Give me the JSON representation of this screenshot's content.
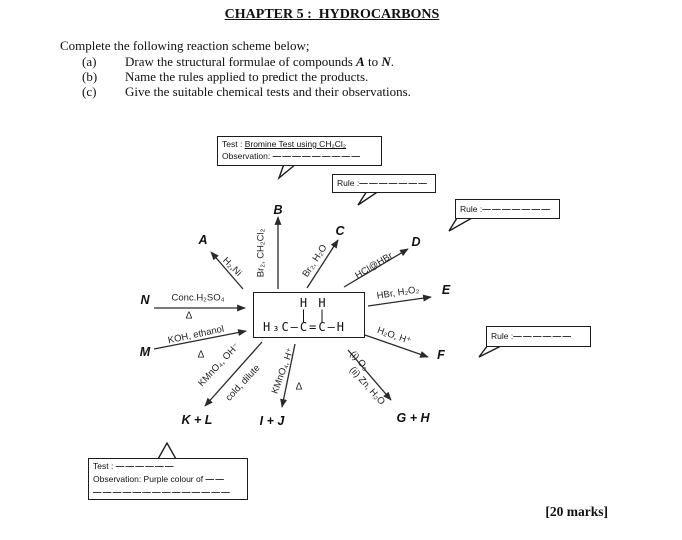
{
  "header": {
    "title": "CHAPTER 5 :  HYDROCARBONS",
    "marks": "[20 marks]"
  },
  "intro": {
    "lead": "Complete the following reaction scheme below;",
    "item_a": {
      "label": "(a)",
      "pre": "Draw the structural formulae of compounds ",
      "c1": "A",
      "mid": " to ",
      "c2": "N",
      "post": "."
    },
    "item_b": {
      "label": "(b)",
      "text": "Name the rules applied to predict the products."
    },
    "item_c": {
      "label": "(c)",
      "text": "Give the suitable chemical tests and their observations."
    }
  },
  "callouts": {
    "bromine": {
      "test_label": "Test : ",
      "test_value": "Bromine Test using CH₂Cl₂",
      "obs_label": "Observation: ",
      "obs_blank": "— — — — — — — — —"
    },
    "rule1": {
      "label": "Rule : ",
      "blank": "— — — — — — —"
    },
    "rule2": {
      "label": "Rule : ",
      "blank": "— — — — — — —"
    },
    "rule3": {
      "label": "Rule : ",
      "blank": "— — — — — —"
    },
    "bottom_test": {
      "test_label": "Test : ",
      "test_blank": "— — — — — —",
      "obs_label": "Observation: Purple colour of ",
      "obs_blank": "— —",
      "line_blank": "— — — — — — — — — — — — — —"
    }
  },
  "scheme": {
    "formula_rows": [
      "    H H",
      "    | |",
      "H₃C—C=C—H"
    ],
    "reactions": [
      {
        "product": "A",
        "reagent": "H₂,Ni"
      },
      {
        "product": "B",
        "reagent": "Br₂, CH₂Cl₂"
      },
      {
        "product": "C",
        "reagent": "Br₂, H₂O"
      },
      {
        "product": "D",
        "reagent": "HCl@HBr"
      },
      {
        "product": "E",
        "reagent": "HBr, H₂O₂"
      },
      {
        "product": "F",
        "reagent": "H₂O, H⁺"
      },
      {
        "product": "G + H",
        "reagent": "(i) O₃",
        "reagent2": "(ii) Zn, H₂O"
      },
      {
        "product": "I + J",
        "reagent": "KMnO₄, H⁺",
        "delta": "Δ"
      },
      {
        "product": "K + L",
        "reagent": "KMnO₄, OH⁻",
        "reagent2": "cold, dilute"
      },
      {
        "product": "M",
        "reagent": "KOH, ethanol",
        "delta": "Δ"
      },
      {
        "product": "N",
        "reagent": "Conc.H₂SO₄",
        "delta": "Δ"
      }
    ]
  }
}
